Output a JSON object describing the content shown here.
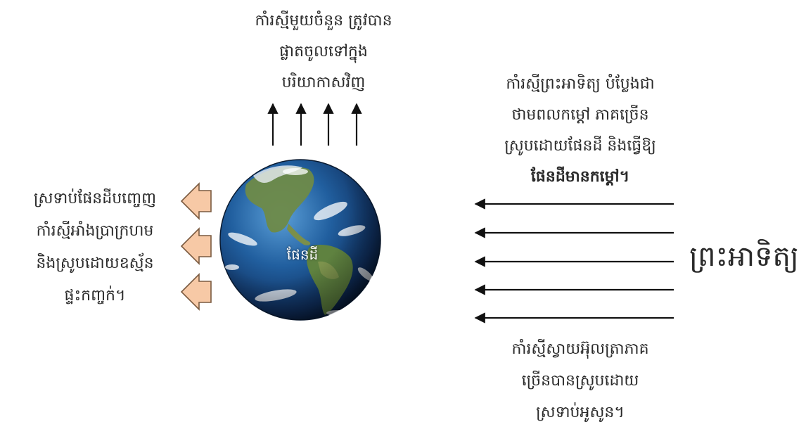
{
  "top_text": {
    "line1": "កាំរស្មីមួយចំនួន ត្រូវបាន",
    "line2": "ផ្លាតចូលទៅក្នុង",
    "line3": "បរិយាកាសវិញ"
  },
  "left_text": {
    "line1": "ស្រទាប់ផែនដីបញ្ចេញ",
    "line2": "កាំរស្មីអាំងប្រាក្រហម",
    "line3": "និងស្រូបដោយឧស្ម័ន",
    "line4": "ផ្ទះកញ្ចក់។"
  },
  "right_top_text": {
    "line1": "កាំរស្មីព្រះអាទិត្យ បំប្លែងជា",
    "line2": "ថាមពលកម្ដៅ ភាគច្រើន",
    "line3": "ស្រូបដោយផែនដី និងធ្វើឱ្យ",
    "line4": "ផែនដីមានកម្ដៅ។"
  },
  "right_bottom_text": {
    "line1": "កាំរស្មីស្វាយអ៊ុលត្រាភាគ",
    "line2": "ច្រើនបានស្រូបដោយ",
    "line3": "ស្រទាប់អូសូន។"
  },
  "earth_label": "ផែនដី",
  "sun_label": "ព្រះអាទិត្យ",
  "colors": {
    "text": "#2a2a2a",
    "arrow": "#111111",
    "block_arrow_fill": "#f7c9a6",
    "block_arrow_stroke": "#7a5a40",
    "ocean": "#1f5a9c",
    "land": "#6f8f4a"
  }
}
